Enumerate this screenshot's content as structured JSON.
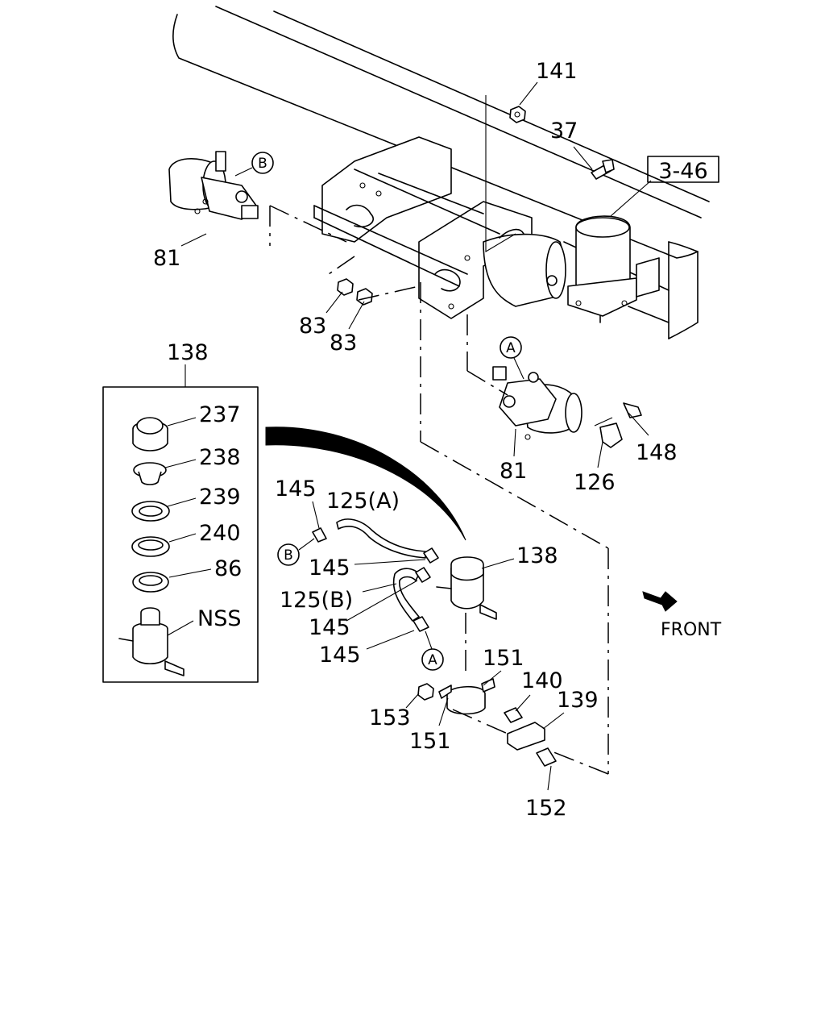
{
  "callouts": {
    "p141": "141",
    "p37": "37",
    "p3_46": "3-46",
    "p81_top": "81",
    "p83_a": "83",
    "p83_b": "83",
    "p138_kit": "138",
    "p237": "237",
    "p238": "238",
    "p239": "239",
    "p240": "240",
    "p86": "86",
    "nss": "NSS",
    "p145_a": "145",
    "p125a": "125(A)",
    "p145_b": "145",
    "p125b": "125(B)",
    "p145_c": "145",
    "p145_d": "145",
    "p138": "138",
    "p81_bottom": "81",
    "p126": "126",
    "p148": "148",
    "p151_a": "151",
    "p140": "140",
    "p139": "139",
    "p153": "153",
    "p151_b": "151",
    "p152": "152"
  },
  "markers": {
    "a_top": "A",
    "b_top": "B",
    "b_left": "B",
    "a_bottom": "A"
  },
  "direction": {
    "front": "FRONT"
  }
}
